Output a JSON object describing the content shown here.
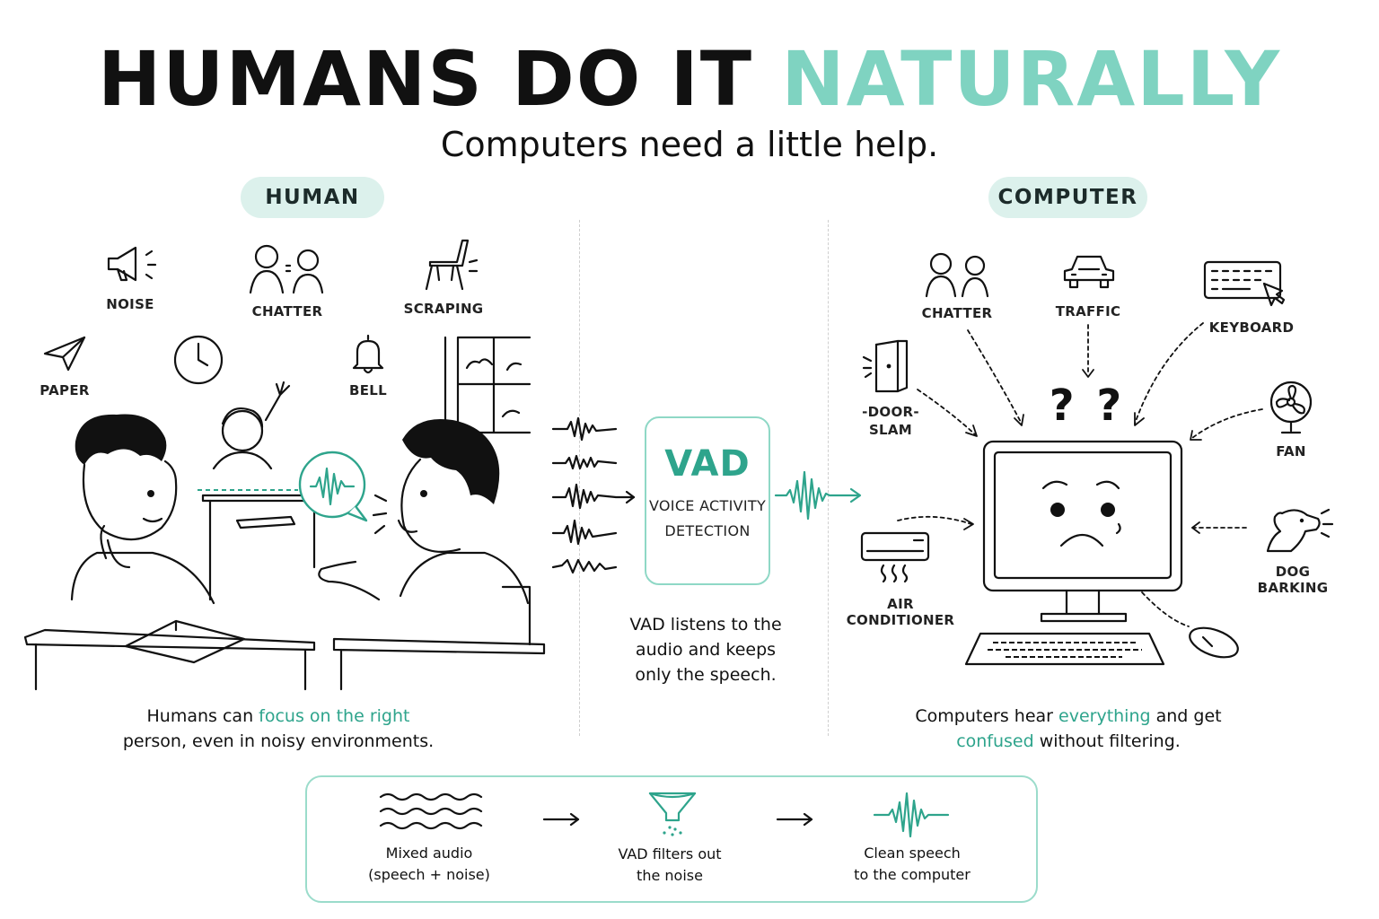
{
  "header": {
    "title_main": "HUMANS DO IT",
    "title_accent": "NATURALLY",
    "subtitle": "Computers need a little help."
  },
  "human_panel": {
    "label": "HUMAN",
    "sound_labels": {
      "noise": "NOISE",
      "chatter": "CHATTER",
      "scraping": "SCRAPING",
      "paper": "PAPER",
      "bell": "BELL"
    },
    "caption_before": "Humans can ",
    "caption_highlight": "focus on the right",
    "caption_after": "person, even in noisy environments."
  },
  "vad_panel": {
    "title": "VAD",
    "subtitle_line1": "VOICE ACTIVITY",
    "subtitle_line2": "DETECTION",
    "caption_line1": "VAD listens to the",
    "caption_line2": "audio and keeps",
    "caption_line3": "only the speech."
  },
  "computer_panel": {
    "label": "COMPUTER",
    "sound_labels": {
      "chatter": "CHATTER",
      "traffic": "TRAFFIC",
      "keyboard": "KEYBOARD",
      "door_line1": "-DOOR-",
      "door_line2": "SLAM",
      "fan": "FAN",
      "air_conditioner": "AIR CONDITIONER",
      "dog_barking": "DOG BARKING"
    },
    "question_marks": "? ?",
    "caption_before": "Computers hear ",
    "caption_highlight1": "everything",
    "caption_middle": " and get",
    "caption_highlight2": "confused",
    "caption_after": " without filtering."
  },
  "pipeline": {
    "step1_line1": "Mixed audio",
    "step1_line2": "(speech + noise)",
    "step2_line1": "VAD filters out",
    "step2_line2": "the noise",
    "step3_line1": "Clean speech",
    "step3_line2": "to the computer"
  },
  "colors": {
    "accent": "#2ea48c",
    "accent_light": "#7fd3c1",
    "pill_bg": "#dcf1ec"
  }
}
